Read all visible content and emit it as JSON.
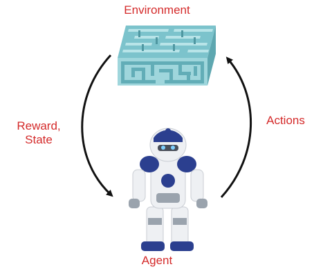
{
  "labels": {
    "environment": "Environment",
    "agent": "Agent",
    "actions": "Actions",
    "reward_line1": "Reward,",
    "reward_line2": "State"
  },
  "colors": {
    "label": "#d42a2a",
    "arrow": "#111111",
    "maze_top": "#9fd6dc",
    "maze_side": "#5ea7b0",
    "maze_wall": "#6fb8c2",
    "robot_body": "#eef0f3",
    "robot_accent": "#2b3f8f",
    "robot_joint": "#9aa3ad"
  },
  "icons": {
    "environment": "maze-icon",
    "agent": "robot-icon"
  }
}
